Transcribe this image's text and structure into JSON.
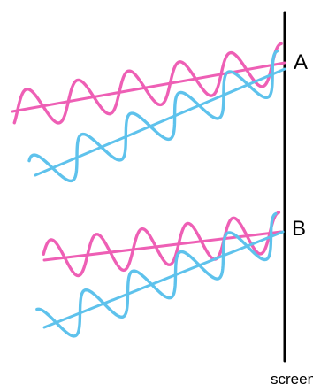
{
  "labels": {
    "point_a": "A",
    "point_b": "B",
    "screen": "screen"
  },
  "colors": {
    "wave_1": "#ee5fb5",
    "wave_2": "#5ec2ec",
    "screen": "#000000"
  }
}
